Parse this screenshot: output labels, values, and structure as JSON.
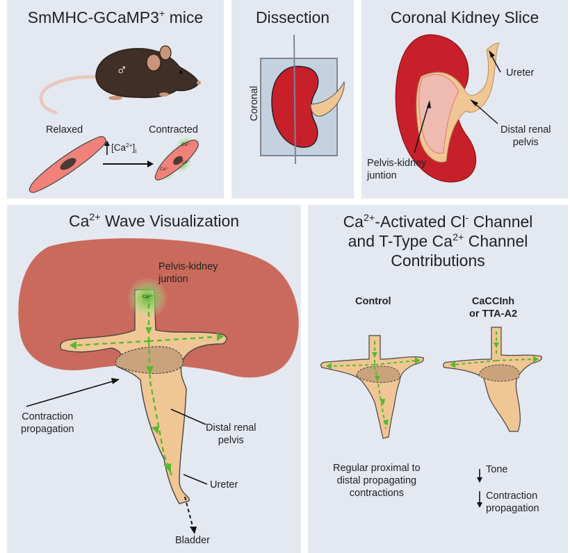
{
  "panels": {
    "mice": {
      "title_main": "SmMHC-GCaMP3",
      "title_sup": "+",
      "title_end": " mice",
      "relaxed": "Relaxed",
      "contracted": "Contracted",
      "ca_label": "[Ca",
      "ca_sup": "2+",
      "ca_end": "]",
      "ca_sub": "i",
      "mouse_symbol": "♂",
      "cell_ca": "Ca²⁺"
    },
    "dissection": {
      "title": "Dissection",
      "coronal": "Coronal"
    },
    "slice": {
      "title": "Coronal Kidney Slice",
      "ureter": "Ureter",
      "distal_1": "Distal renal",
      "distal_2": "pelvis",
      "pkj_1": "Pelvis-kidney",
      "pkj_2": "juntion"
    },
    "wave": {
      "title_main": "Ca",
      "title_sup": "2+",
      "title_end": " Wave Visualization",
      "pkj_1": "Pelvis-kidney",
      "pkj_2": "juntion",
      "cp_1": "Contraction",
      "cp_2": "propagation",
      "distal_1": "Distal renal",
      "distal_2": "pelvis",
      "ureter": "Ureter",
      "bladder": "Bladder",
      "spot_ca": "Ca²⁺"
    },
    "channels": {
      "title_l1_a": "Ca",
      "title_l1_sup": "2+",
      "title_l1_b": "-Activated Cl",
      "title_l1_sup2": "-",
      "title_l1_c": " Channel",
      "title_l2_a": "and T-Type Ca",
      "title_l2_sup": "2+",
      "title_l2_b": " Channel",
      "title_l3": "Contributions",
      "control": "Control",
      "inhib_1": "CaCCInh",
      "inhib_2": "or TTA-A2",
      "regular_1": "Regular proximal to",
      "regular_2": "distal propagating",
      "regular_3": "contractions",
      "tone": "Tone",
      "cp_1": "Contraction",
      "cp_2": "propagation"
    }
  },
  "colors": {
    "panel_bg": "#e4e8f1",
    "kidney_red": "#c8202a",
    "kidney_salmon": "#c96a5c",
    "pelvis_tan": "#f0c794",
    "hilum_tan": "#c9a37c",
    "mouse_brown": "#3f2f26",
    "cell_pink": "#f0827a",
    "ca_green": "#58b830",
    "outline": "#3a3a3a"
  }
}
